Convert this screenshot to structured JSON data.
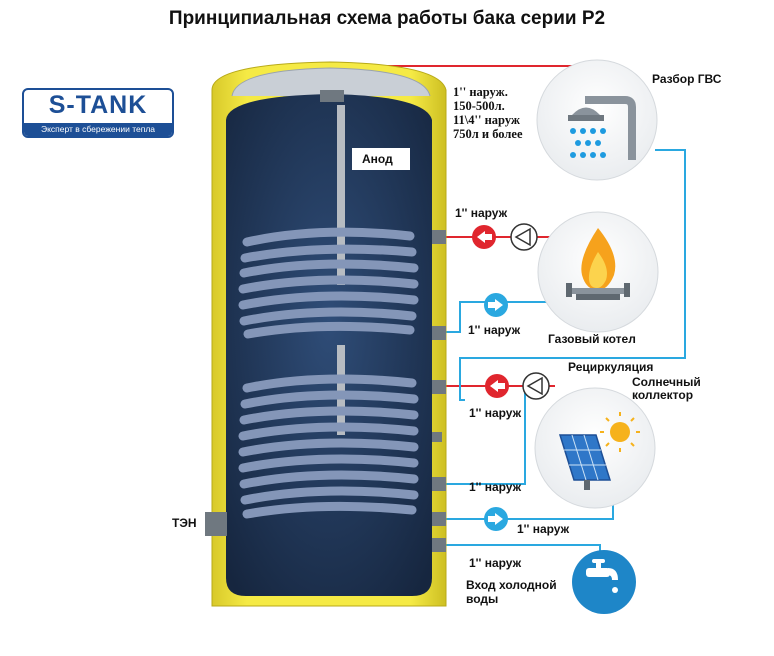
{
  "title": "Принципиальная схема работы бака серии Р2",
  "logo": {
    "name": "S-TANK",
    "slogan": "Эксперт в сбережении тепла"
  },
  "labels": {
    "top_connection": [
      "1'' наруж.",
      "150-500л.",
      "11\\4'' наруж",
      "750л и более"
    ],
    "anode": "Анод",
    "dhw_outlet": "Разбор ГВС",
    "boiler_flow": "1'' наруж",
    "boiler_return": "1'' наруж",
    "gas_boiler": "Газовый котел",
    "recirculation": "Рециркуляция",
    "solar_collector": "Солнечный коллектор",
    "solar_flow": "1'' наруж",
    "sensor": "1'' наруж",
    "solar_return": "1'' наруж",
    "cold_inlet_conn": "1'' наруж",
    "cold_inlet": "Вход холодной воды",
    "heater": "ТЭН"
  },
  "colors": {
    "hot_line": "#e0262e",
    "cold_line": "#2aa8e0",
    "casing": "#f2e53a",
    "tank_inner": "#1f3655",
    "coil": "#8496b8",
    "logo_blue": "#1d4f96"
  },
  "icons": [
    "shower-icon",
    "gas-flame-icon",
    "solar-panel-icon",
    "water-tap-icon",
    "pump-icon",
    "arrow-left-icon",
    "arrow-right-icon"
  ]
}
